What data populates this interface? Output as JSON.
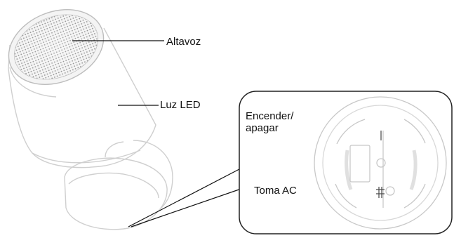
{
  "labels": {
    "speaker": "Altavoz",
    "led_light": "Luz LED",
    "power_line1": "Encender/",
    "power_line2": "apagar",
    "ac_socket": "Toma AC"
  },
  "colors": {
    "outline": "#cfcfcf",
    "leader_line": "#111111",
    "grille": "#8a8a8a",
    "callout_border": "#222222"
  }
}
